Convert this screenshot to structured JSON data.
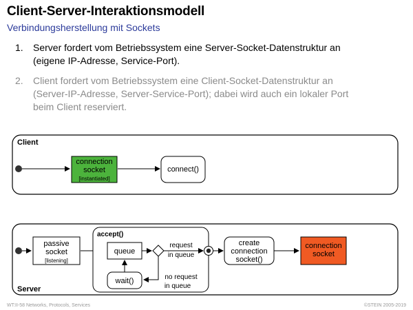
{
  "header": {
    "title": "Client-Server-Interaktionsmodell",
    "subtitle": "Verbindungsherstellung mit Sockets"
  },
  "steps": [
    {
      "number": "1.",
      "line1": "Server fordert vom Betriebssystem eine Server-Socket-Datenstruktur an",
      "line2": "(eigene IP-Adresse, Service-Port)."
    },
    {
      "number": "2.",
      "line1": "Client fordert vom Betriebssystem eine Client-Socket-Datenstruktur an",
      "line2": "(Server-IP-Adresse, Server-Service-Port); dabei wird auch ein lokaler Port",
      "line3": "beim Client reserviert."
    }
  ],
  "diagram": {
    "client": {
      "label": "Client",
      "socket": {
        "line1": "connection",
        "line2": "socket",
        "state": "[instantiated]"
      },
      "connect": "connect()"
    },
    "server": {
      "label": "Server",
      "passive": {
        "line1": "passive",
        "line2": "socket",
        "state": "[listening]"
      },
      "accept_label": "accept()",
      "queue": "queue",
      "wait": "wait()",
      "request_yes": {
        "line1": "request",
        "line2": "in queue"
      },
      "request_no": {
        "line1": "no request",
        "line2": "in queue"
      },
      "create": {
        "line1": "create",
        "line2": "connection",
        "line3": "socket()"
      },
      "conn_socket": {
        "line1": "connection",
        "line2": "socket"
      }
    },
    "colors": {
      "client_socket_fill": "#4cb33c",
      "server_socket_fill": "#f05a23",
      "subtitle": "#2b3a9a"
    }
  },
  "footer": {
    "left": "WT:II-58   Networks, Protocols, Services",
    "right": "©STEIN 2005-2019"
  }
}
